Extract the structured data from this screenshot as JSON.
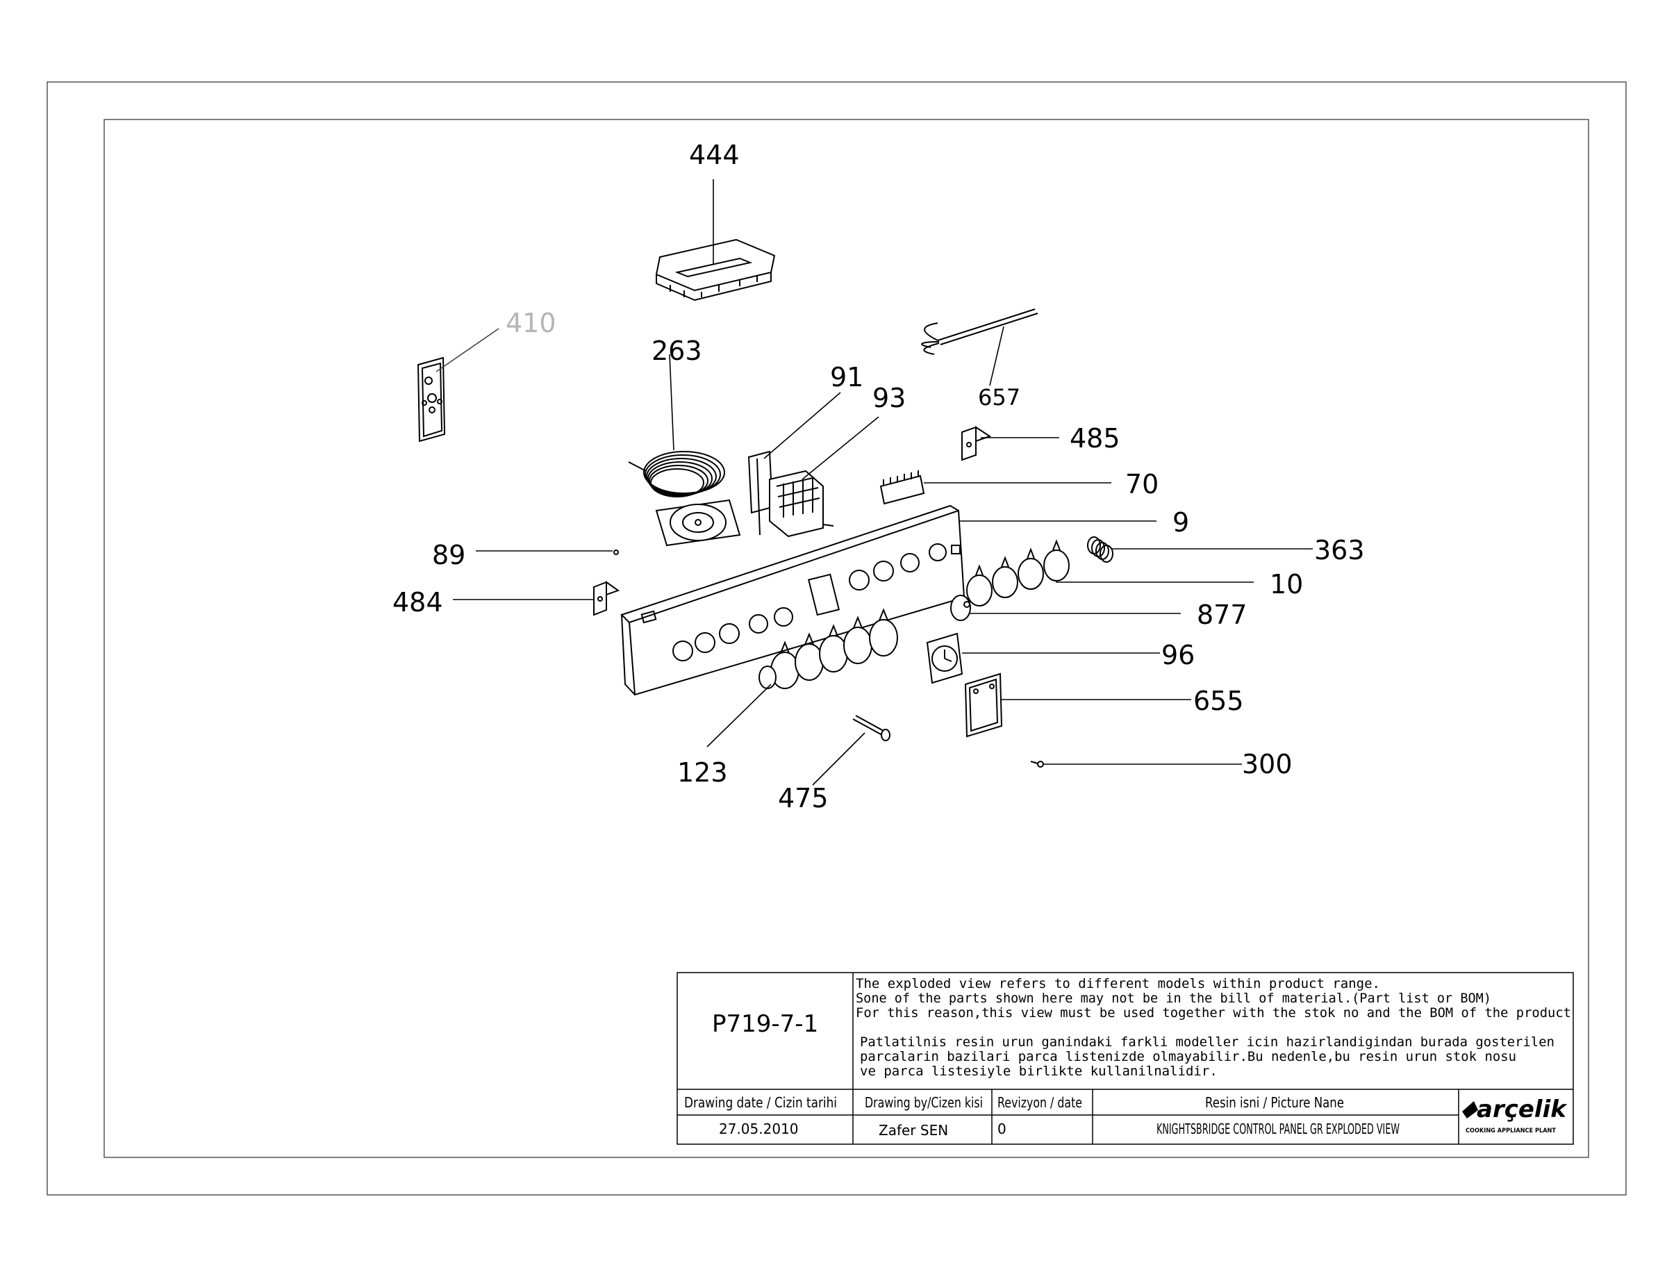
{
  "callouts": {
    "c444": "444",
    "c410": "410",
    "c263": "263",
    "c91": "91",
    "c93": "93",
    "c657": "657",
    "c485": "485",
    "c70": "70",
    "c9": "9",
    "c89": "89",
    "c363": "363",
    "c484": "484",
    "c10": "10",
    "c877": "877",
    "c96": "96",
    "c655": "655",
    "c123": "123",
    "c300": "300",
    "c475": "475"
  },
  "title_block": {
    "drawing_number": "P719-7-1",
    "note_en": [
      "The exploded view refers to different models within product range.",
      "Sone of the parts shown here may not be in the bill of material.(Part list or BOM)",
      "For this reason,this view must be used together with the stok no and the BOM of the product"
    ],
    "note_tr": [
      "Patlatilnis resin urun ganindaki farkli modeller icin hazirlandigindan burada gosterilen",
      "parcalarin bazilari parca listenizde olmayabilir.Bu nedenle,bu resin urun stok nosu",
      "ve parca listesiyle birlikte kullanilnalidir."
    ],
    "headers": {
      "date": "Drawing date / Cizin tarihi",
      "drawn_by": "Drawing by/Cizen kisi",
      "revision": "Revizyon / date",
      "picture_name": "Resin isni / Picture Nane"
    },
    "values": {
      "date": "27.05.2010",
      "drawn_by": "Zafer SEN",
      "revision": "0",
      "picture_name": "KNIGHTSBRIDGE CONTROL PANEL GR EXPLODED VIEW"
    },
    "logo": "arçelik",
    "logo_sub": "COOKING APPLIANCE PLANT"
  }
}
